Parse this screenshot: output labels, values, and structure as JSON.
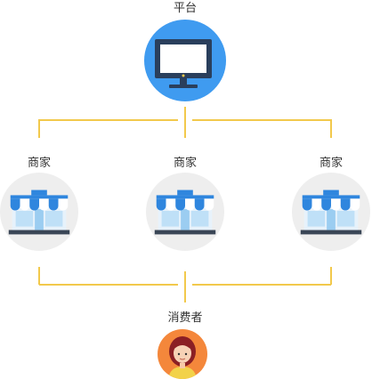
{
  "nodes": {
    "platform": {
      "label": "平台"
    },
    "merchant_1": {
      "label": "商家"
    },
    "merchant_2": {
      "label": "商家"
    },
    "merchant_3": {
      "label": "商家"
    },
    "consumer": {
      "label": "消费者"
    }
  },
  "colors": {
    "connector": "#f2c94c",
    "platform_circle": "#3f9bf0",
    "monitor_body": "#2a3f5c",
    "store_circle": "#eeeeee",
    "store_awning_blue": "#2f86de",
    "consumer_circle": "#f4873b"
  },
  "icons": {
    "platform": "monitor-icon",
    "merchant": "storefront-icon",
    "consumer": "user-avatar-icon"
  }
}
